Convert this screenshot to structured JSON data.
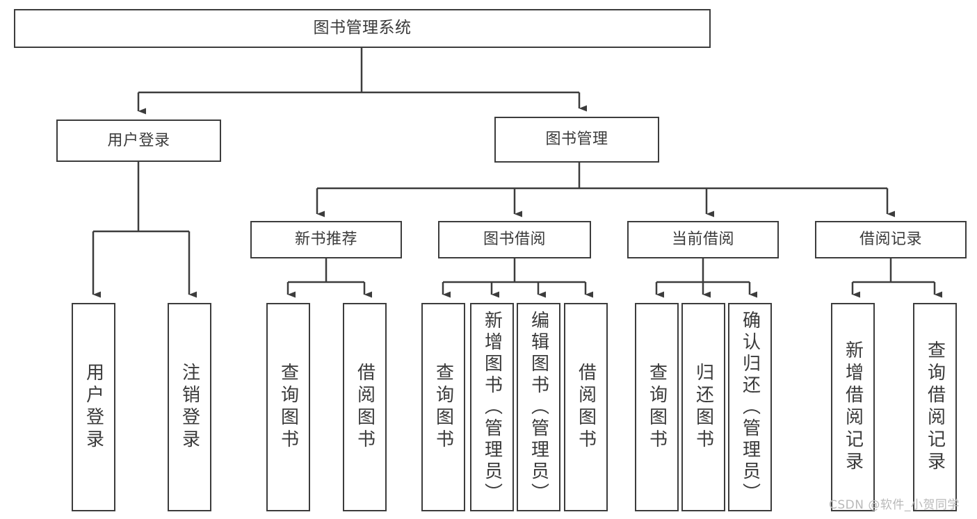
{
  "diagram": {
    "title": "图书管理系统",
    "type": "tree-hierarchy",
    "orientation": "top-down",
    "colors": {
      "background": "#ffffff",
      "node_border": "#3c3c3c",
      "node_fill": "#ffffff",
      "text": "#3a3a3a",
      "edge": "#3c3c3c",
      "watermark": "#b9b9b9"
    }
  },
  "root": {
    "label": "图书管理系统"
  },
  "level1": [
    {
      "label": "用户登录"
    },
    {
      "label": "图书管理"
    }
  ],
  "level2": [
    {
      "label": "新书推荐"
    },
    {
      "label": "图书借阅"
    },
    {
      "label": "当前借阅"
    },
    {
      "label": "借阅记录"
    }
  ],
  "leaves": {
    "user_login": [
      {
        "label": "用户登录"
      },
      {
        "label": "注销登录"
      }
    ],
    "new_book_recommend": [
      {
        "label": "查询图书"
      },
      {
        "label": "借阅图书"
      }
    ],
    "book_borrow": [
      {
        "label": "查询图书"
      },
      {
        "label": "新增图书（管理员）"
      },
      {
        "label": "编辑图书（管理员）"
      },
      {
        "label": "借阅图书"
      }
    ],
    "current_borrow": [
      {
        "label": "查询图书"
      },
      {
        "label": "归还图书"
      },
      {
        "label": "确认归还（管理员）"
      }
    ],
    "borrow_record": [
      {
        "label": "新增借阅记录"
      },
      {
        "label": "查询借阅记录"
      }
    ]
  },
  "watermark": {
    "text": "CSDN @软件_小贺同学"
  }
}
